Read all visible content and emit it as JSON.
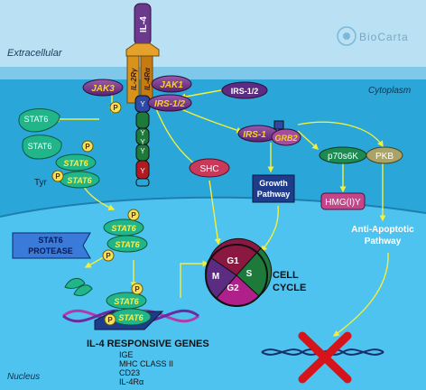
{
  "regions": {
    "extracellular": "Extracellular",
    "cytoplasm": "Cytoplasm",
    "nucleus": "Nucleus"
  },
  "brand": "BioCarta",
  "receptor": {
    "ligand": "IL-4",
    "chain1": "IL-2Rγ",
    "chain2": "IL-4Rα",
    "y_label": "Y"
  },
  "nodes": {
    "jak3": "JAK3",
    "jak1": "JAK1",
    "irs12_top": "IRS-1/2",
    "irs12": "IRS-1/2",
    "irs1": "IRS-1",
    "grb2": "GRB2",
    "p70s6k": "p70s6K",
    "pkb": "PKB",
    "shc": "SHC",
    "hmg": "HMG(I)Y",
    "growth1": "Growth",
    "growth2": "Pathway",
    "anti1": "Anti-Apoptotic",
    "anti2": "Pathway",
    "stat6": "STAT6",
    "tyr": "Tyr",
    "p": "P",
    "protease1": "STAT6",
    "protease2": "PROTEASE"
  },
  "cell_cycle": {
    "g1": "G1",
    "s": "S",
    "g2": "G2",
    "m": "M",
    "label1": "CELL",
    "label2": "CYCLE"
  },
  "genes": {
    "title": "IL-4 RESPONSIVE GENES",
    "list": [
      "IGE",
      "MHC CLASS II",
      "CD23",
      "IL-4Rα"
    ]
  },
  "colors": {
    "cytoplasm": "#2aa6d8",
    "nucleus": "#4fc3ef",
    "stat6": "#21b58a",
    "jak": "#7a3d8c",
    "arrow": "#f4ee3c",
    "inhibit": "#d6141b"
  }
}
